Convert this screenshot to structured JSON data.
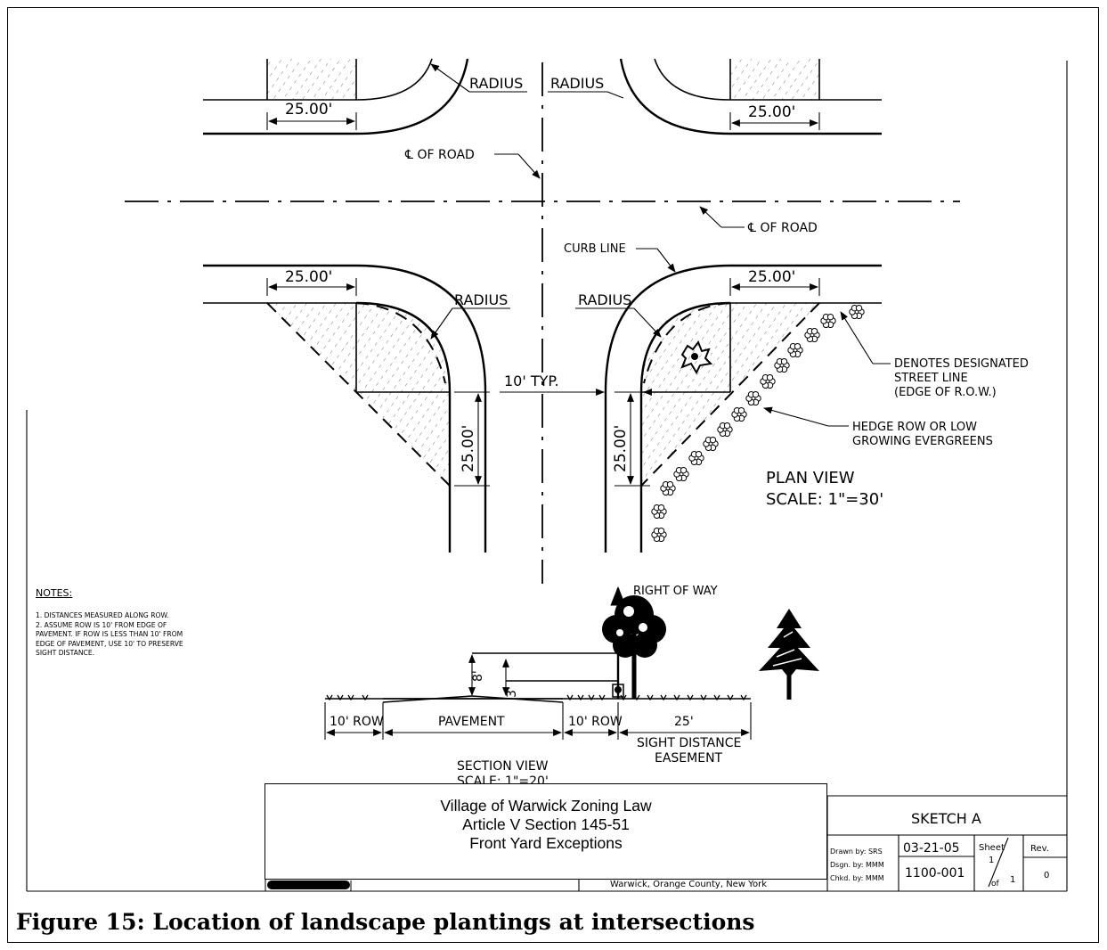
{
  "plan": {
    "radius_labels": [
      "RADIUS",
      "RADIUS",
      "RADIUS",
      "RADIUS"
    ],
    "dims": [
      "25.00'",
      "25.00'",
      "25.00'",
      "25.00'",
      "25.00'",
      "25.00'"
    ],
    "cl_road_1": "℄ OF ROAD",
    "cl_road_2": "℄ OF ROAD",
    "curb_line": "CURB LINE",
    "typ": "10' TYP.",
    "street_line": [
      "DENOTES DESIGNATED",
      "STREET LINE",
      "(EDGE OF R.O.W.)"
    ],
    "hedge": [
      "HEDGE ROW OR LOW",
      "GROWING EVERGREENS"
    ],
    "view_title": "PLAN VIEW",
    "view_scale": "SCALE:  1\"=30'"
  },
  "notes": {
    "heading": "NOTES:",
    "items": "1. DISTANCES MEASURED ALONG ROW.\n2. ASSUME ROW IS 10' FROM EDGE OF\nPAVEMENT. IF ROW IS LESS THAN 10' FROM\nEDGE OF PAVEMENT, USE 10' TO PRESERVE\nSIGHT DISTANCE."
  },
  "section": {
    "row_label": "RIGHT OF WAY",
    "h8": "8'",
    "h3": "3'",
    "row_left": "10' ROW",
    "pavement": "PAVEMENT",
    "row_right": "10' ROW",
    "d25": "25'",
    "easement": [
      "SIGHT DISTANCE",
      "EASEMENT"
    ],
    "view_title": "SECTION VIEW",
    "view_scale": "SCALE:  1\"=20'"
  },
  "title_block": {
    "sheet_title": "SKETCH  A",
    "drawn_by": "Drawn by: SRS",
    "dsgn_by": "Dsgn. by: MMM",
    "chkd_by": "Chkd. by: MMM",
    "date": "03-21-05",
    "number": "1100-001",
    "sheet": "Sheet",
    "sheet_num": "1",
    "of": "of",
    "of_num": "1",
    "rev": "Rev.",
    "rev_num": "0",
    "location": "Warwick, Orange County, New York"
  },
  "overlay": {
    "line1": "Village of Warwick Zoning Law",
    "line2": "Article V Section 145-51",
    "line3": "Front Yard Exceptions"
  },
  "caption": "Figure 15: Location of landscape plantings at intersections"
}
